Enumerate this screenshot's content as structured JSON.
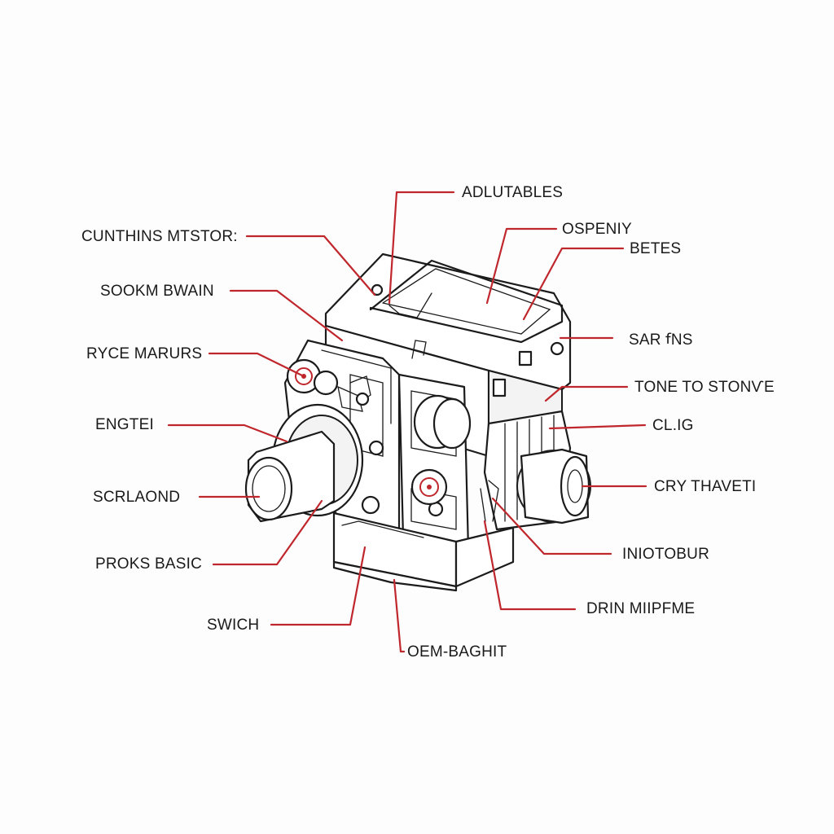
{
  "colors": {
    "leader": "#c0272d",
    "accent": "#c0272d",
    "ink": "#1b1b1b",
    "background": "#fdfdfd"
  },
  "labels": {
    "adlutables": "ADLUTABLES",
    "cunthins_mtstor": "CUNTHINS MTSTOR:",
    "ospeniy": "OSPENIY",
    "betes": "BETES",
    "sookm_bwain": "SOOKM BWAIN",
    "ryce_marurs": "RYCE MARURS",
    "sar_fins": "SAR ꬵNS",
    "tone_to_stonve": "TONE TO STONѴE",
    "engtei": "ENGTEI",
    "clig": "CL.IG",
    "scrlaond": "SCRLAOND",
    "cry_thaveti": "CRY THAVETI",
    "proks_basic": "PROKS BASIC",
    "iniotobur": "INIOTOBUR",
    "swich": "SWICH",
    "drin_mipfme": "DRIN MIIPFME",
    "oem_baghit": "OEM-BAGHIT"
  }
}
